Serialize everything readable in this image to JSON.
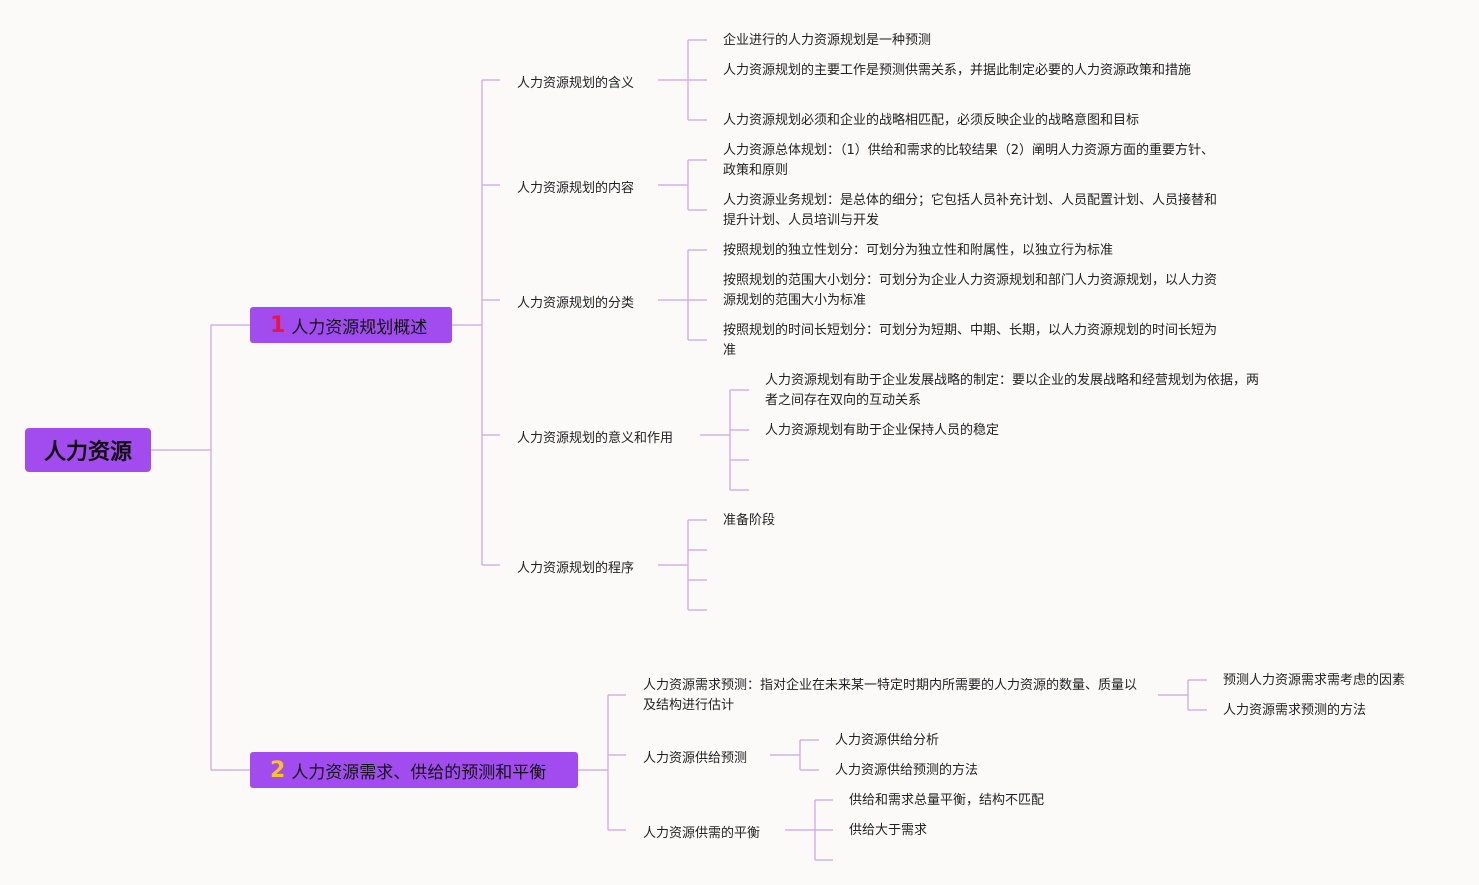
{
  "root": {
    "label": "人力资源"
  },
  "branches": [
    {
      "number": "1",
      "label": "人力资源规划概述",
      "children": [
        {
          "label": "人力资源规划的含义",
          "items": [
            "企业进行的人力资源规划是一种预测",
            "人力资源规划的主要工作是预测供需关系，并据此制定必要的人力资源政策和措施",
            "人力资源规划必须和企业的战略相匹配，必须反映企业的战略意图和目标"
          ]
        },
        {
          "label": "人力资源规划的内容",
          "items": [
            "人力资源总体规划：（1）供给和需求的比较结果（2）阐明人力资源方面的重要方针、政策和原则",
            "人力资源业务规划：是总体的细分；它包括人员补充计划、人员配置计划、人员接替和提升计划、人员培训与开发"
          ]
        },
        {
          "label": "人力资源规划的分类",
          "items": [
            "按照规划的独立性划分：可划分为独立性和附属性，以独立行为标准",
            "按照规划的范围大小划分：可划分为企业人力资源规划和部门人力资源规划，以人力资源规划的范围大小为标准",
            "按照规划的时间长短划分：可划分为短期、中期、长期，以人力资源规划的时间长短为准"
          ]
        },
        {
          "label": "人力资源规划的意义和作用",
          "items": [
            "人力资源规划有助于企业发展战略的制定：要以企业的发展战略和经营规划为依据，两者之间存在双向的互动关系",
            "人力资源规划有助于企业保持人员的稳定"
          ]
        },
        {
          "label": "人力资源规划的程序",
          "items": [
            "准备阶段"
          ]
        }
      ]
    },
    {
      "number": "2",
      "label": "人力资源需求、供给的预测和平衡",
      "children": [
        {
          "label": "人力资源需求预测：指对企业在未来某一特定时期内所需要的人力资源的数量、质量以及结构进行估计",
          "items": [
            "预测人力资源需求需考虑的因素",
            "人力资源需求预测的方法"
          ]
        },
        {
          "label": "人力资源供给预测",
          "items": [
            "人力资源供给分析",
            "人力资源供给预测的方法"
          ]
        },
        {
          "label": "人力资源供需的平衡",
          "items": [
            "供给和需求总量平衡，结构不匹配",
            "供给大于需求"
          ]
        }
      ]
    }
  ]
}
